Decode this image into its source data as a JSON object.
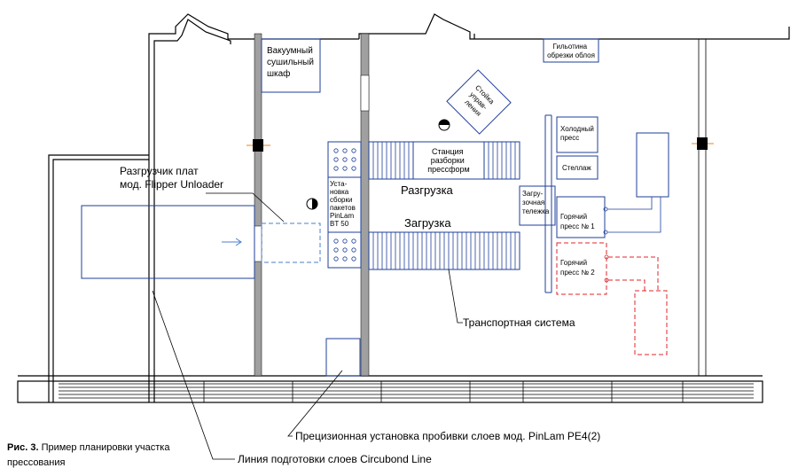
{
  "rooms": {
    "dryer": [
      "Вакуумный",
      "сушильный",
      "шкаф"
    ],
    "guillotine": [
      "Гильотина",
      "обрезки облоя"
    ],
    "control": [
      "Стойка",
      "управ-",
      "ления"
    ],
    "disassembly": [
      "Станция",
      "разборки",
      "прессформ"
    ],
    "assembly": [
      "Уста-",
      "новка",
      "сборки",
      "пакетов",
      "PinLam",
      "BT 50"
    ],
    "cold_press": [
      "Холодный",
      "пресс"
    ],
    "rack": [
      "Стеллаж"
    ],
    "loading_cart": [
      "Загру-",
      "зочная",
      "тележка"
    ],
    "hot_press_1": [
      "Горячий",
      "пресс № 1"
    ],
    "hot_press_2": [
      "Горячий",
      "пресс № 2"
    ]
  },
  "labels": {
    "unload": "Разгрузка",
    "load": "Загрузка",
    "unloader": [
      "Разгрузчик плат",
      "мод. Flipper Unloader"
    ],
    "transport": "Транспортная система",
    "punch": "Прецизионная установка пробивки слоев мод. PinLam PE4(2)",
    "line": "Линия подготовки слоев Circubond Line"
  },
  "caption": {
    "prefix": "Рис. 3.",
    "text": " Пример планировки участка прессования"
  },
  "colors": {
    "wall": "#000000",
    "equipment": "#1f3f9a",
    "column": "#a0a0a0",
    "dashed_red": "#e0262b",
    "dashed_blue": "#4a7fd0",
    "marker": "#e8841a"
  }
}
